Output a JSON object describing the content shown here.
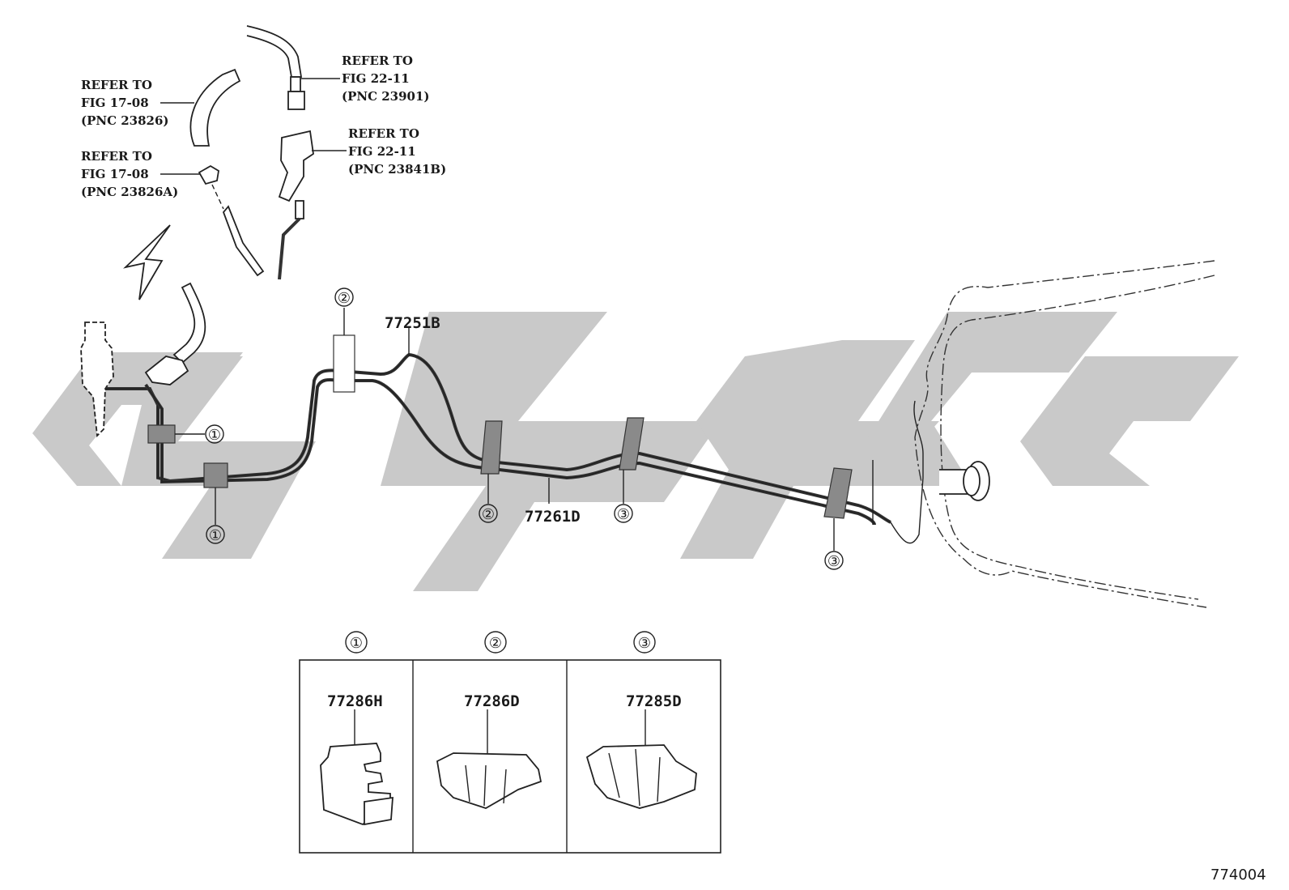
{
  "references": [
    {
      "line1": "REFER TO",
      "line2": "FIG 17-08",
      "line3": "(PNC 23826)"
    },
    {
      "line1": "REFER TO",
      "line2": "FIG 17-08",
      "line3": "(PNC 23826A)"
    },
    {
      "line1": "REFER TO",
      "line2": "FIG 22-11",
      "line3": "(PNC 23901)"
    },
    {
      "line1": "REFER TO",
      "line2": "FIG 22-11",
      "line3": "(PNC 23841B)"
    }
  ],
  "parts": {
    "tube_upper": "77251B",
    "tube_lower": "77261D"
  },
  "callouts": {
    "one": "①",
    "two": "②",
    "three": "③"
  },
  "legend": [
    {
      "marker": "①",
      "part_no": "77286H"
    },
    {
      "marker": "②",
      "part_no": "77286D"
    },
    {
      "marker": "③",
      "part_no": "77285D"
    }
  ],
  "figure_number": "774004"
}
